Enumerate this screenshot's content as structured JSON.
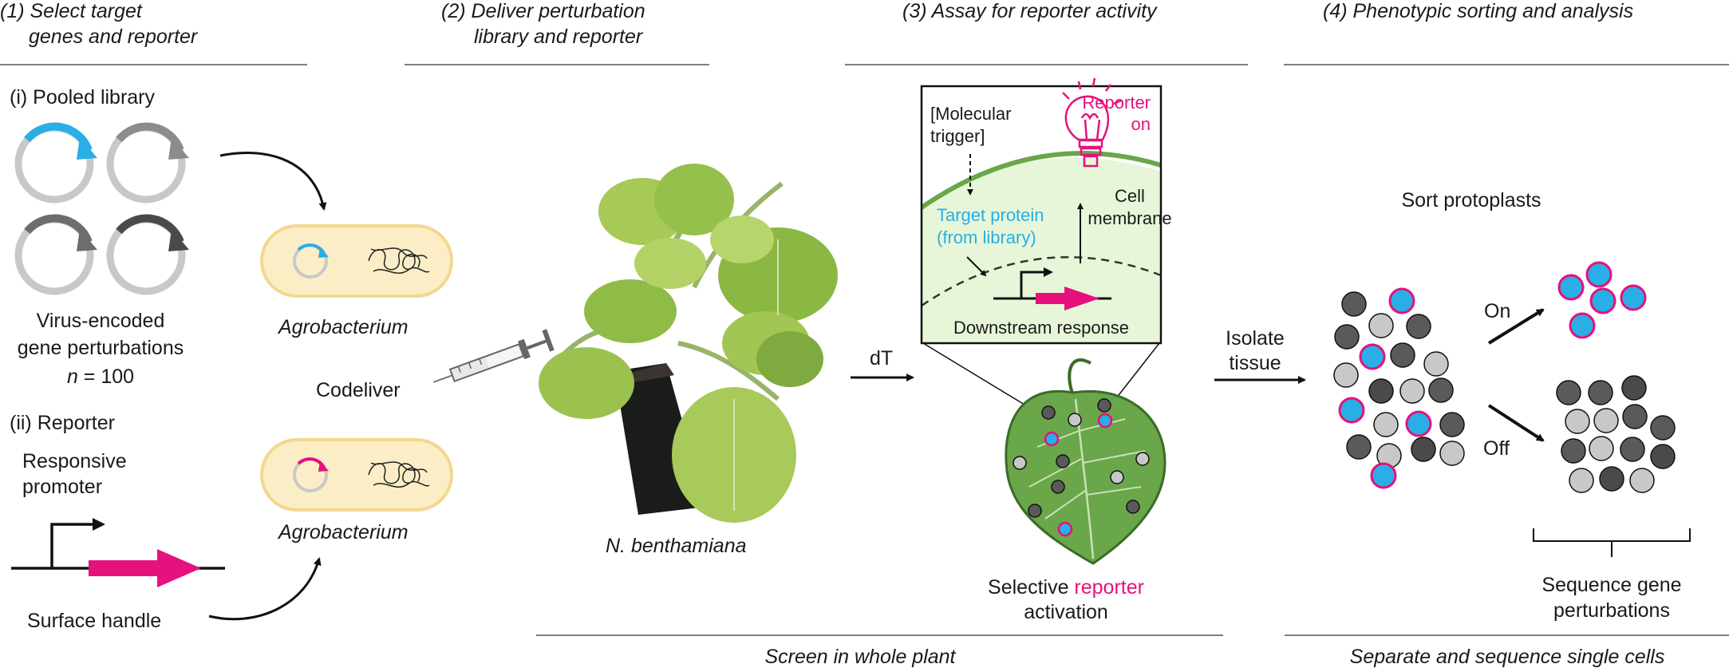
{
  "steps": {
    "s1_line1": "(1) Select target",
    "s1_line2": "genes and reporter",
    "s2_line1": "(2) Deliver perturbation",
    "s2_line2": "library and reporter",
    "s3": "(3) Assay for reporter activity",
    "s4": "(4) Phenotypic sorting and analysis"
  },
  "panel1": {
    "pooled_library": "(i) Pooled library",
    "virus_line1": "Virus-encoded",
    "virus_line2": "gene perturbations",
    "n_label": "n",
    "n_value": " = 100",
    "reporter": "(ii) Reporter",
    "responsive_line1": "Responsive",
    "responsive_line2": "promoter",
    "surface_handle": "Surface handle"
  },
  "panel2": {
    "agro1": "Agrobacterium",
    "agro2": "Agrobacterium",
    "codeliver": "Codeliver",
    "plant": "N. benthamiana",
    "dt": "dT"
  },
  "panel3": {
    "trigger_line1": "[Molecular",
    "trigger_line2": "trigger]",
    "reporter_on_line1": "Reporter",
    "reporter_on_line2": "on",
    "target_line1": "Target protein",
    "target_line2": "(from library)",
    "cell_line1": "Cell",
    "cell_line2": "membrane",
    "downstream": "Downstream response",
    "selective_pre": "Selective ",
    "selective_word": "reporter",
    "selective_line2": "activation"
  },
  "panel4": {
    "isolate_line1": "Isolate",
    "isolate_line2": "tissue",
    "sort": "Sort protoplasts",
    "on": "On",
    "off": "Off",
    "seq_line1": "Sequence gene",
    "seq_line2": "perturbations"
  },
  "footer": {
    "screen": "Screen in whole plant",
    "separate": "Separate and sequence single cells"
  },
  "colors": {
    "cyan": "#29aee6",
    "magenta": "#e6117d",
    "leaf": "#6aa64a",
    "inset_bg": "#e7f6d8",
    "bacterium": "#fbeec6",
    "plasmid_grey": "#c8c8c8"
  }
}
